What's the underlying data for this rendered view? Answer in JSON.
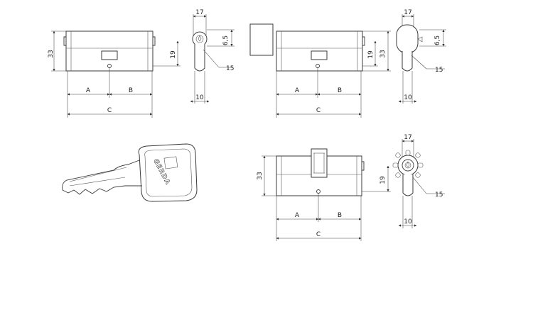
{
  "views": {
    "cylinder_standard": {
      "height_label": "33",
      "width_label": "17",
      "offset_label": "19",
      "cam_label": "6,5",
      "radius_label": "15",
      "foot_label": "10",
      "a_label": "A",
      "b_label": "B",
      "c_label": "C"
    },
    "cylinder_knob": {
      "height_label": "33",
      "width_label": "17",
      "offset_label": "19",
      "cam_label": "6,5",
      "radius_label": "15",
      "foot_label": "10",
      "a_label": "A",
      "b_label": "B",
      "c_label": "C"
    },
    "cylinder_gear": {
      "height_label": "33",
      "width_label": "17",
      "offset_label": "19",
      "radius_label": "15",
      "foot_label": "10",
      "a_label": "A",
      "b_label": "B",
      "c_label": "C"
    },
    "key": {
      "brand": "GERDA"
    }
  }
}
